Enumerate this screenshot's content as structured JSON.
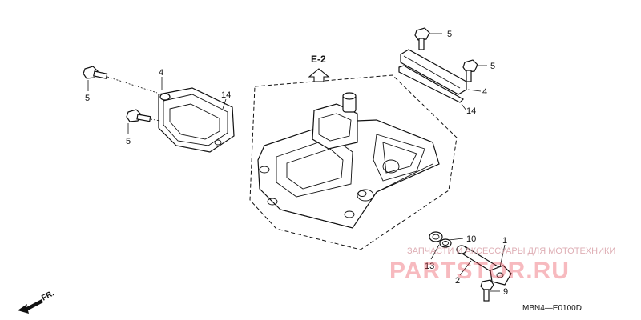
{
  "diagram": {
    "reference": "E-2",
    "drawing_code": "MBN4—E0100D",
    "direction": "FR.",
    "callouts": {
      "c5a": "5",
      "c5b": "5",
      "c5c": "5",
      "c5d": "5",
      "c4a": "4",
      "c4b": "4",
      "c14a": "14",
      "c14b": "14",
      "c1": "1",
      "c2": "2",
      "c9": "9",
      "c10": "10",
      "c13": "13"
    }
  },
  "watermark": {
    "tagline": "ЗАПЧАСТИ И АКСЕССУАРЫ ДЛЯ МОТОТЕХНИКИ",
    "brand": "PARTSTOR.RU"
  }
}
